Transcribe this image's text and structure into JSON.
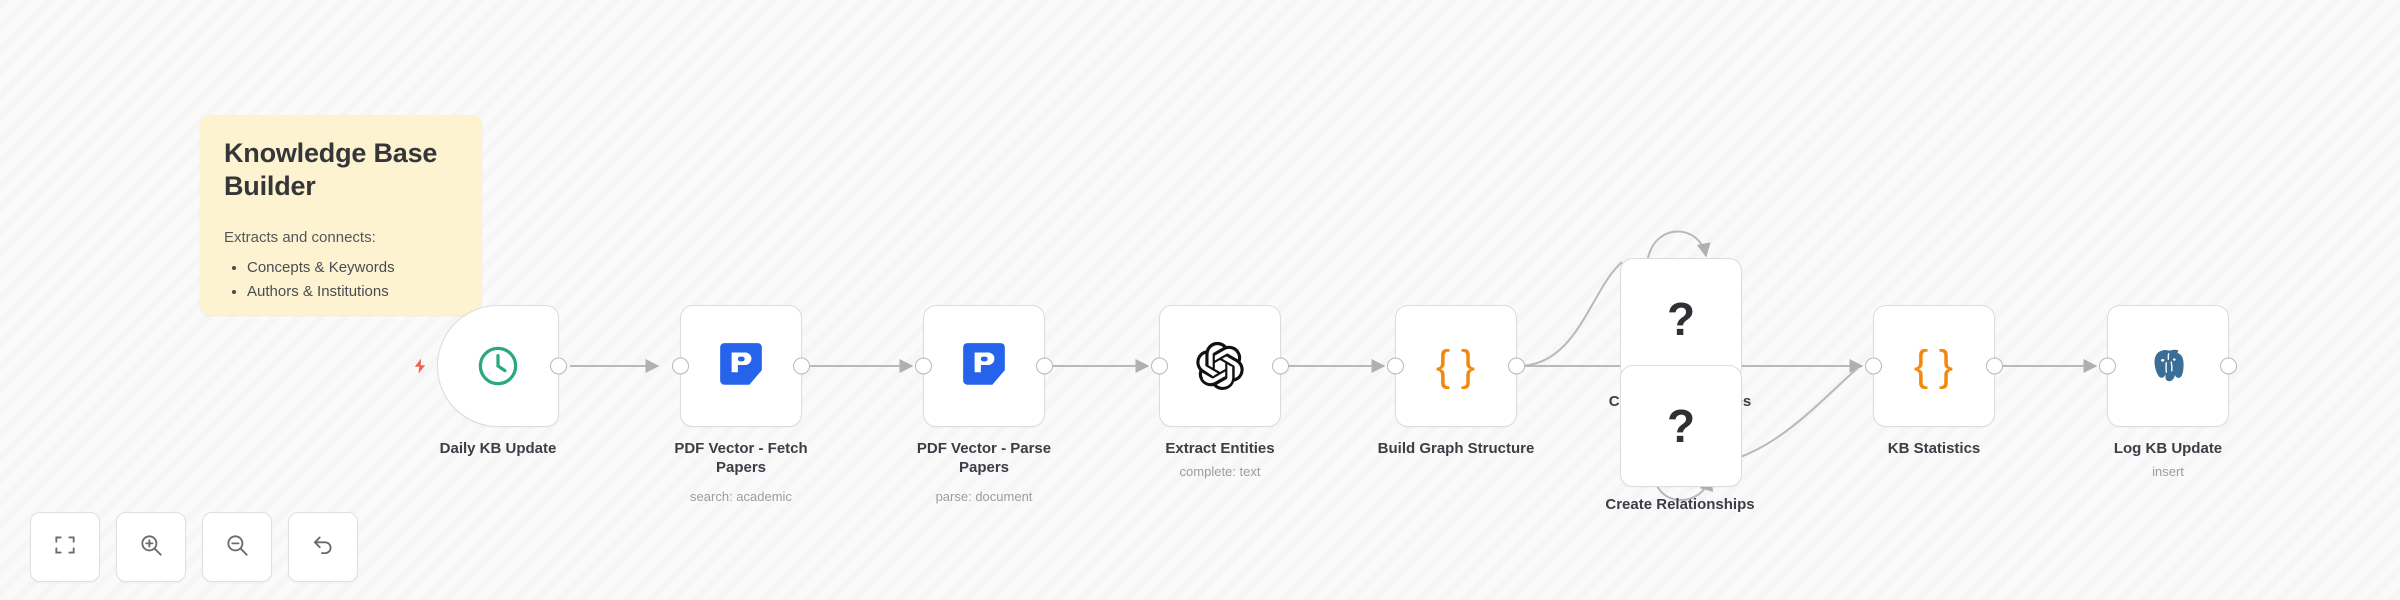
{
  "canvas": {
    "background_color": "#fafafa",
    "accent_orange": "#f2890d",
    "trigger_green": "#2aa97f",
    "pdfvector_blue": "#2563eb",
    "postgres_blue": "#3a6e96",
    "bolt_color": "#f4614e",
    "sticky_color": "#fdf3d0"
  },
  "sticky_note": {
    "title": "Knowledge Base Builder",
    "lead": "Extracts and connects:",
    "items": [
      "Concepts & Keywords",
      "Authors & Institutions"
    ]
  },
  "nodes": [
    {
      "id": "daily-kb-update",
      "label": "Daily KB Update",
      "sublabel": "",
      "icon": "clock-icon",
      "type": "trigger"
    },
    {
      "id": "pdf-vector-fetch-papers",
      "label": "PDF Vector - Fetch\nPapers",
      "sublabel": "search: academic",
      "icon": "pdf-vector-icon",
      "type": "action"
    },
    {
      "id": "pdf-vector-parse-papers",
      "label": "PDF Vector - Parse\nPapers",
      "sublabel": "parse: document",
      "icon": "pdf-vector-icon",
      "type": "action"
    },
    {
      "id": "extract-entities",
      "label": "Extract Entities",
      "sublabel": "complete: text",
      "icon": "openai-icon",
      "type": "action"
    },
    {
      "id": "build-graph-structure",
      "label": "Build Graph Structure",
      "sublabel": "",
      "icon": "code-braces-icon",
      "type": "action"
    },
    {
      "id": "create-entity-nodes",
      "label": "Create Entity Nodes",
      "sublabel": "",
      "icon": "unknown-question-icon",
      "type": "action"
    },
    {
      "id": "create-relationships",
      "label": "Create Relationships",
      "sublabel": "",
      "icon": "unknown-question-icon",
      "type": "action"
    },
    {
      "id": "kb-statistics",
      "label": "KB Statistics",
      "sublabel": "",
      "icon": "code-braces-icon",
      "type": "action"
    },
    {
      "id": "log-kb-update",
      "label": "Log KB Update",
      "sublabel": "insert",
      "icon": "postgres-icon",
      "type": "action"
    }
  ],
  "toolbar": {
    "buttons": [
      {
        "id": "fit-view",
        "icon": "fit-to-view-icon"
      },
      {
        "id": "zoom-in",
        "icon": "zoom-in-icon"
      },
      {
        "id": "zoom-out",
        "icon": "zoom-out-icon"
      },
      {
        "id": "reset-view",
        "icon": "undo-arrow-icon"
      }
    ]
  }
}
